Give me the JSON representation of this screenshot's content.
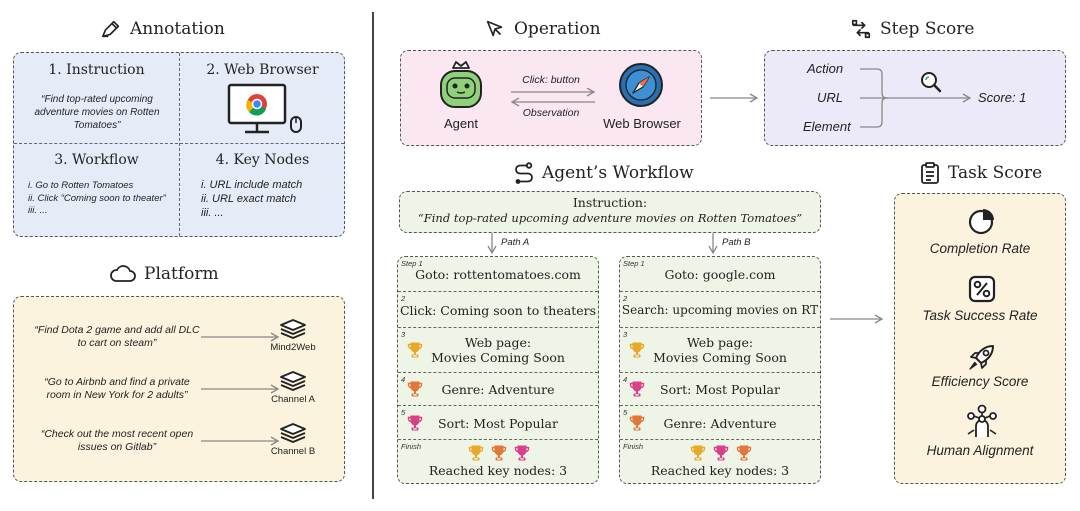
{
  "annotation": {
    "header": "Annotation",
    "instruction": {
      "title": "1. Instruction",
      "text": "“Find top-rated upcoming adventure movies on Rotten Tomatoes”"
    },
    "web_browser": {
      "title": "2. Web Browser"
    },
    "workflow": {
      "title": "3. Workflow",
      "items": [
        "i. Go to Rotten Tomatoes",
        "ii. Click  “Coming soon to theater”",
        "iii. ..."
      ]
    },
    "key_nodes": {
      "title": "4. Key Nodes",
      "items": [
        "i. URL include match",
        "ii. URL exact match",
        "iii. ..."
      ]
    }
  },
  "platform": {
    "header": "Platform",
    "rows": [
      {
        "query": "“Find Dota 2 game and add all DLC to cart on steam”",
        "label": "Mind2Web"
      },
      {
        "query": "“Go to Airbnb and find a private room in New York for 2 adults”",
        "label": "Channel A"
      },
      {
        "query": "“Check out the most recent open issues on Gitlab”",
        "label": "Channel B"
      }
    ]
  },
  "operation": {
    "header": "Operation",
    "agent_label": "Agent",
    "browser_label": "Web Browser",
    "click_label": "Click: button",
    "observation_label": "Observation"
  },
  "step_score": {
    "header": "Step Score",
    "inputs": [
      "Action",
      "URL",
      "Element"
    ],
    "result": "Score: 1"
  },
  "workflow": {
    "header": "Agent’s Workflow",
    "instruction_label": "Instruction:",
    "instruction_text": "“Find top-rated upcoming adventure movies on Rotten Tomatoes”",
    "path_a": {
      "label": "Path A",
      "steps": [
        {
          "num": "Step 1",
          "text": "Goto: rottentomatoes.com",
          "trophy": ""
        },
        {
          "num": "2",
          "text": "Click: Coming soon to theaters",
          "trophy": ""
        },
        {
          "num": "3",
          "text": "Web page:\nMovies Coming Soon",
          "trophy": "#e8a92b"
        },
        {
          "num": "4",
          "text": "Genre: Adventure",
          "trophy": "#e0783a"
        },
        {
          "num": "5",
          "text": "Sort: Most Popular",
          "trophy": "#d9408a"
        }
      ],
      "finish": {
        "num": "Finish",
        "text": "Reached key nodes: 3",
        "trophies": [
          "#e8a92b",
          "#e0783a",
          "#d9408a"
        ]
      }
    },
    "path_b": {
      "label": "Path B",
      "steps": [
        {
          "num": "Step 1",
          "text": "Goto: google.com",
          "trophy": ""
        },
        {
          "num": "2",
          "text": "Search: upcoming movies on RT",
          "trophy": ""
        },
        {
          "num": "3",
          "text": "Web page:\nMovies Coming Soon",
          "trophy": "#e8a92b"
        },
        {
          "num": "4",
          "text": "Sort: Most Popular",
          "trophy": "#d9408a"
        },
        {
          "num": "5",
          "text": "Genre: Adventure",
          "trophy": "#e0783a"
        }
      ],
      "finish": {
        "num": "Finish",
        "text": "Reached key nodes: 3",
        "trophies": [
          "#e8a92b",
          "#d9408a",
          "#e0783a"
        ]
      }
    }
  },
  "task_score": {
    "header": "Task Score",
    "items": [
      {
        "label": "Completion Rate",
        "icon": "pie-chart-icon"
      },
      {
        "label": "Task Success Rate",
        "icon": "percent-icon"
      },
      {
        "label": "Efficiency Score",
        "icon": "rocket-icon"
      },
      {
        "label": "Human Alignment",
        "icon": "human-alignment-icon"
      }
    ]
  },
  "colors": {
    "annotation_bg": "#e6ecf7",
    "platform_bg": "#fcf3df",
    "operation_bg": "#fbe7f1",
    "step_score_bg": "#eceaf8",
    "workflow_bg": "#eef5e6",
    "task_score_bg": "#fcf3df",
    "agent_green": "#8fd17a",
    "browser_blue": "#2b6fb3"
  }
}
